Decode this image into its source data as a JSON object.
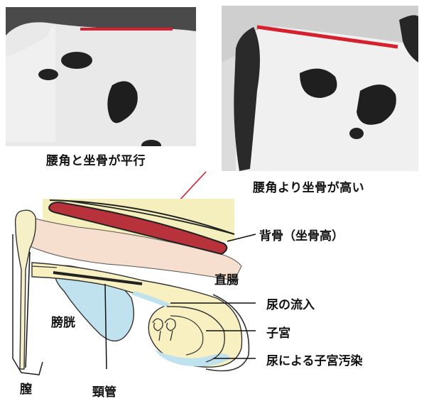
{
  "photos": [
    {
      "caption": "腰角と坐骨が平行"
    },
    {
      "caption": "腰角より坐骨が高い"
    }
  ],
  "labels": {
    "backbone": "背骨（坐骨高）",
    "rectum": "直腸",
    "urine_inflow": "尿の流入",
    "uterus": "子宮",
    "contamination": "尿による子宮汚染",
    "bladder": "膀胱",
    "vagina": "膣",
    "cervix": "頸管"
  },
  "colors": {
    "backbone": "#b8323c",
    "marker_line": "#d6202e",
    "arrow": "#d6202e",
    "sky": "#f5efbe",
    "rectum": "#f6dfcf",
    "uterus": "#f8f0c0",
    "bladder": "#bfe2ee",
    "urine": "#bfe2ee"
  }
}
